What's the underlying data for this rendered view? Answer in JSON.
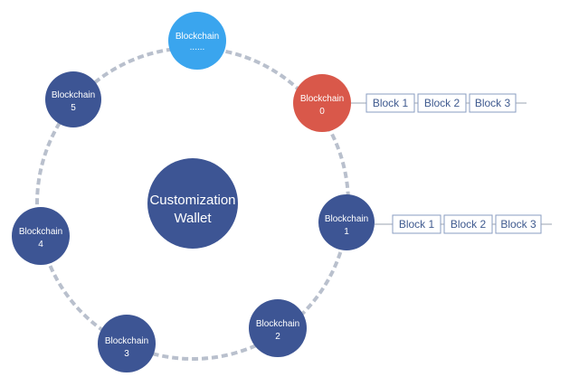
{
  "center": {
    "line1": "Customization",
    "line2": "Wallet"
  },
  "nodes": [
    {
      "label": "Blockchain",
      "sub": "......"
    },
    {
      "label": "Blockchain",
      "sub": "0"
    },
    {
      "label": "Blockchain",
      "sub": "1"
    },
    {
      "label": "Blockchain",
      "sub": "2"
    },
    {
      "label": "Blockchain",
      "sub": "3"
    },
    {
      "label": "Blockchain",
      "sub": "4"
    },
    {
      "label": "Blockchain",
      "sub": "5"
    }
  ],
  "chains": [
    {
      "blocks": [
        "Block 1",
        "Block 2",
        "Block 3"
      ]
    },
    {
      "blocks": [
        "Block 1",
        "Block 2",
        "Block 3"
      ]
    }
  ],
  "colors": {
    "node_default": "#3d5594",
    "node_highlight_red": "#d9584a",
    "node_highlight_blue": "#3aa5ee",
    "ring": "#b9c0cd",
    "block_border": "#8a9cc2",
    "block_text": "#3f5a8f",
    "connector": "#9aa3b2"
  }
}
